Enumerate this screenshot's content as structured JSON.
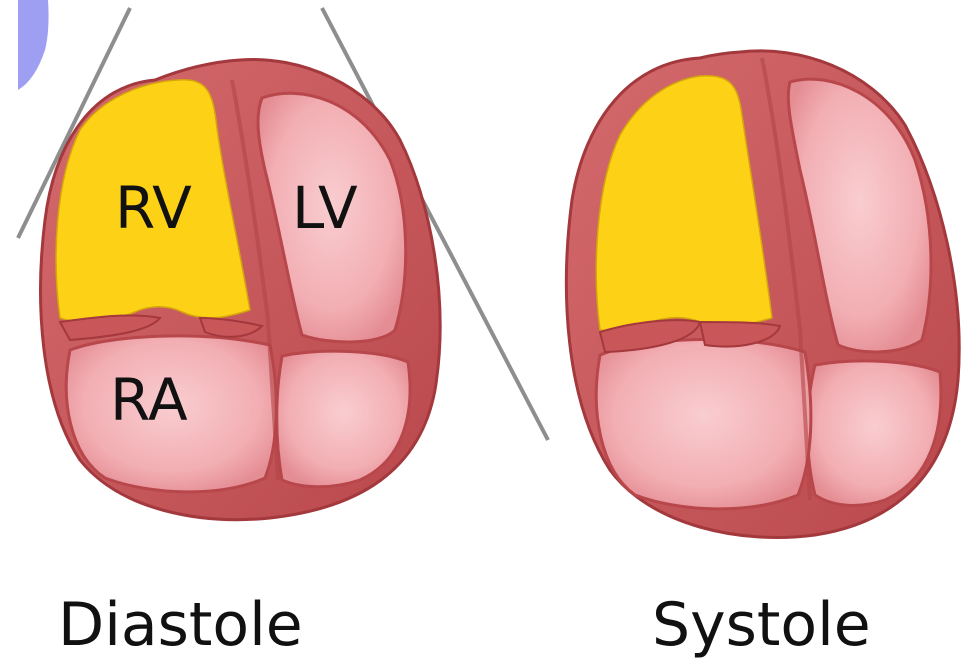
{
  "diagram": {
    "labels": {
      "rv": "RV",
      "lv": "LV",
      "ra": "RA"
    },
    "captions": {
      "left": "Diastole",
      "right": "Systole"
    },
    "colors": {
      "wall": "#c9575a",
      "wall_dark": "#b24448",
      "chamber": "#f0a6ab",
      "chamber_light": "#f8c3c6",
      "blood_yellow": "#fcd116",
      "guide_line": "#8e8e8e",
      "corner_accent": "#8d8ef0"
    }
  }
}
